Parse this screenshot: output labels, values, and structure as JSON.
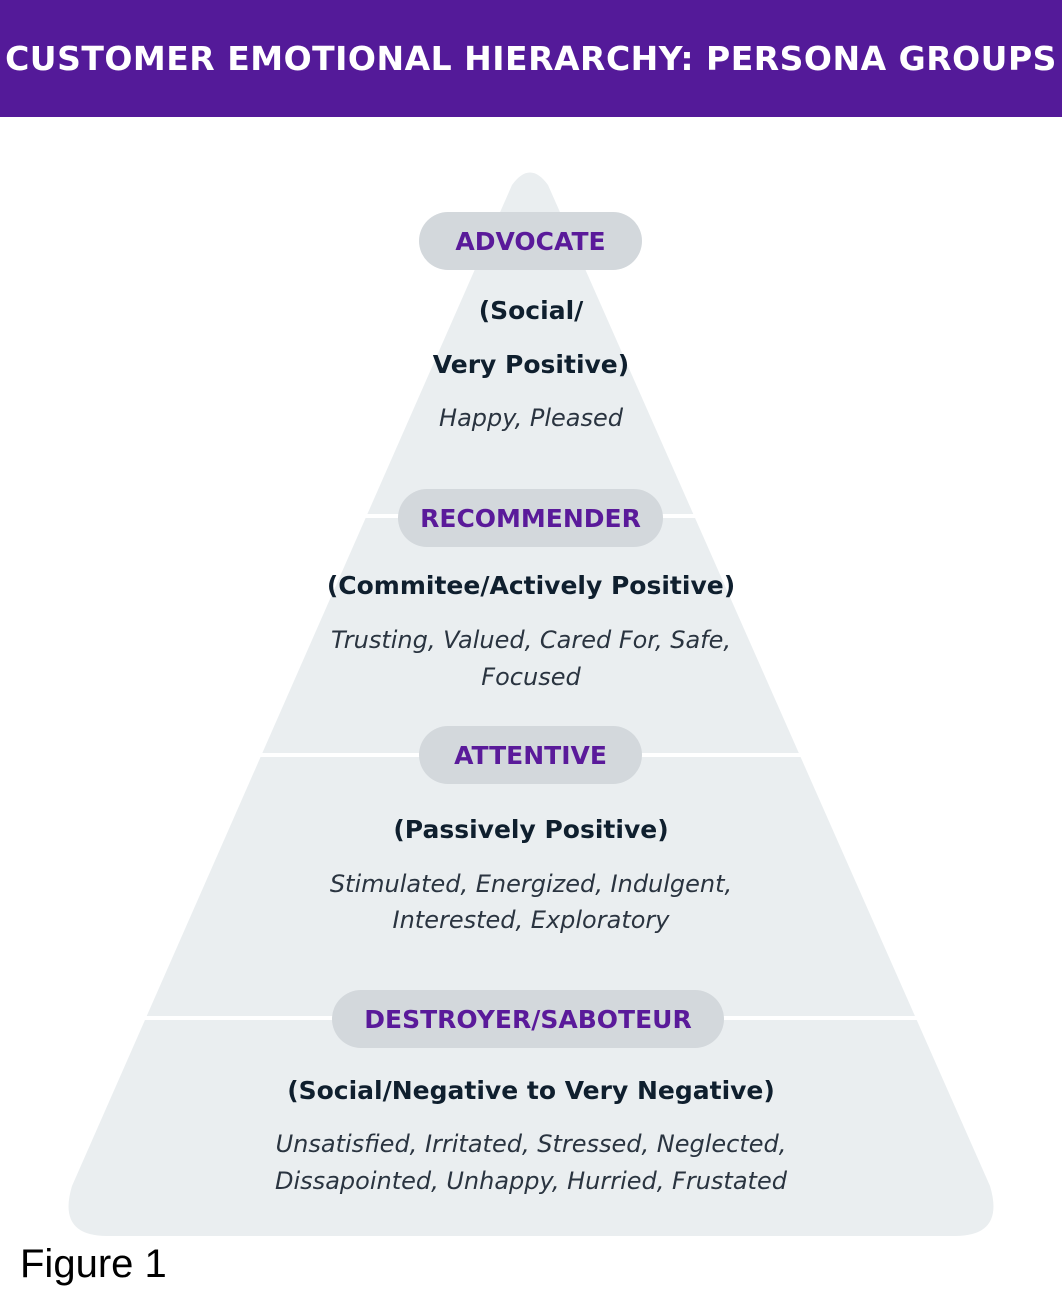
{
  "header": {
    "title": "CUSTOMER EMOTIONAL HIERARCHY: PERSONA GROUPS"
  },
  "tiers": [
    {
      "label": "ADVOCATE",
      "type_line1": "(Social/",
      "type_line2": "Very Positive)",
      "emotions": "Happy, Pleased"
    },
    {
      "label": "RECOMMENDER",
      "type": "(Commitee/Actively Positive)",
      "emotions_line1": "Trusting, Valued, Cared For, Safe,",
      "emotions_line2": "Focused"
    },
    {
      "label": "ATTENTIVE",
      "type": "(Passively Positive)",
      "emotions_line1": "Stimulated, Energized, Indulgent,",
      "emotions_line2": "Interested, Exploratory"
    },
    {
      "label": "DESTROYER/SABOTEUR",
      "type": "(Social/Negative to Very Negative)",
      "emotions_line1": "Unsatisfied, Irritated, Stressed, Neglected,",
      "emotions_line2": "Dissapointed, Unhappy, Hurried, Frustated"
    }
  ],
  "caption": "Figure 1",
  "colors": {
    "header": "#541a99",
    "pyramid": "#eaeef0",
    "pill": "#d3d8dc",
    "label": "#5a1a9a"
  }
}
